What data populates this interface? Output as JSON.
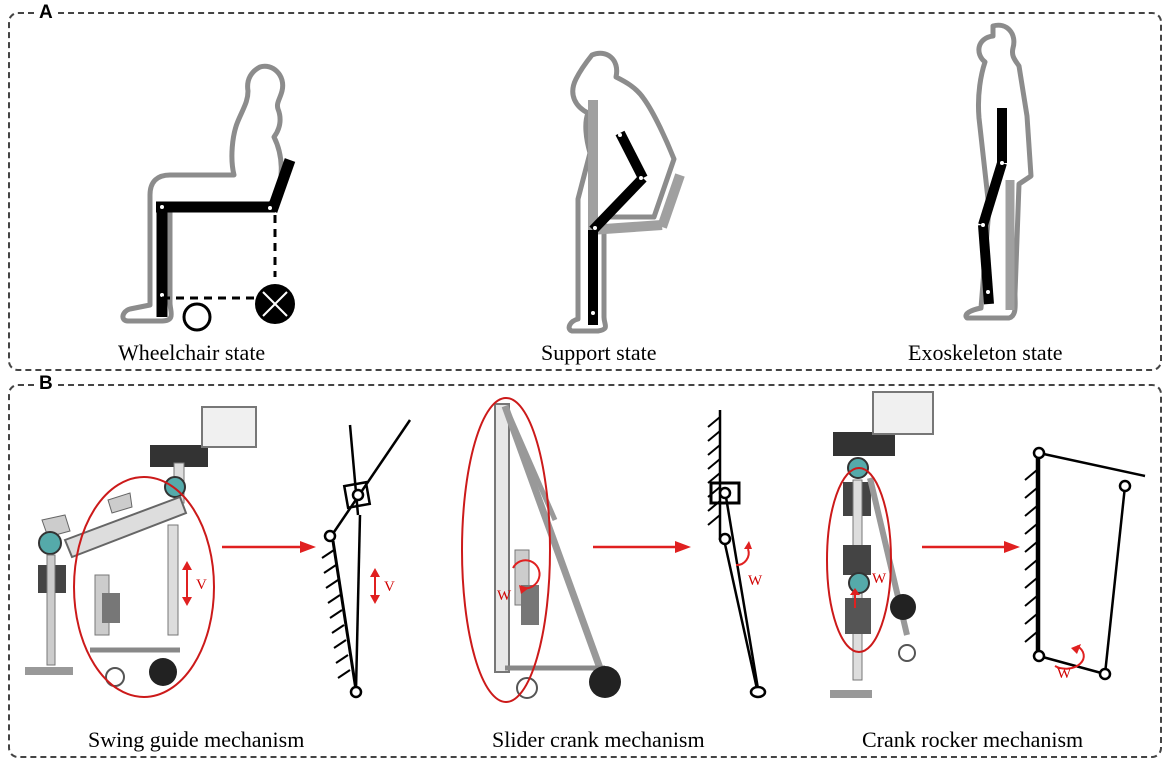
{
  "panel_a": {
    "letter": "A",
    "states": [
      {
        "caption": "Wheelchair state"
      },
      {
        "caption": "Support state"
      },
      {
        "caption": "Exoskeleton state"
      }
    ]
  },
  "panel_b": {
    "letter": "B",
    "mechanisms": [
      {
        "caption": "Swing guide mechanism",
        "motion_label": "V"
      },
      {
        "caption": "Slider crank mechanism",
        "motion_label": "W"
      },
      {
        "caption": "Crank rocker mechanism",
        "motion_label": "W"
      }
    ]
  },
  "colors": {
    "frame": "#000000",
    "silhouette": "#8c8c8c",
    "support_gray": "#a0a0a0",
    "arrow_red": "#e02020",
    "ellipse_red": "#cc1a1a"
  }
}
